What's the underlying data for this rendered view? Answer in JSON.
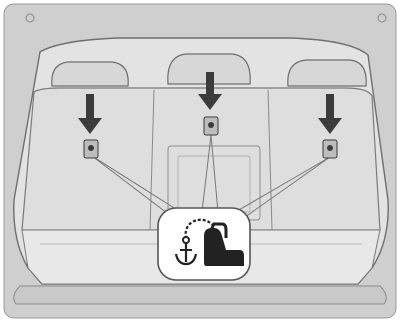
{
  "illustration": {
    "colors": {
      "body_fill": "#cfcfcf",
      "interior_fill": "#e3e3e3",
      "seat_fill": "#d7d7d7",
      "outline": "#6f6f6f",
      "arrow": "#3b3b3b",
      "callout_fill": "#ffffff",
      "icon": "#222222"
    },
    "seats": [
      "left",
      "center",
      "right"
    ],
    "anchors": [
      "left-anchor",
      "center-anchor",
      "right-anchor"
    ],
    "callout_icon": "isofix-top-tether-child-seat-icon"
  }
}
